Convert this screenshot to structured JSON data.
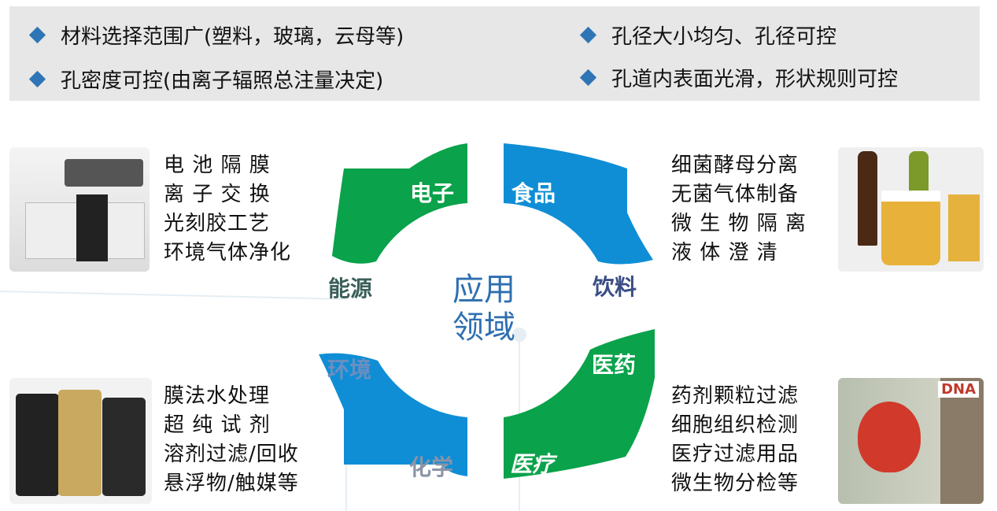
{
  "features": [
    "材料选择范围广(塑料，玻璃，云母等)",
    "孔径大小均匀、孔径可控",
    "孔密度可控(由离子辐照总注量决定)",
    "孔道内表面光滑，形状规则可控"
  ],
  "center_title": [
    "应用",
    "领域"
  ],
  "quadrants": {
    "tl": "电子",
    "tl_out": "能源",
    "tr": "食品",
    "tr_out": "饮料",
    "br": "医药",
    "br_out": "医疗",
    "bl": "化学",
    "bl_out": "环境"
  },
  "left_top": [
    "电 池 隔 膜",
    "离 子 交 换",
    "光刻胶工艺",
    "环境气体净化"
  ],
  "left_bottom": [
    "膜法水处理",
    "超 纯 试 剂",
    "溶剂过滤/回收",
    "悬浮物/触媒等"
  ],
  "right_top": [
    "细菌酵母分离",
    "无菌气体制备",
    "微 生 物 隔 离",
    "液 体 澄 清"
  ],
  "right_bottom": [
    "药剂颗粒过滤",
    "细胞组织检测",
    "医疗过滤用品",
    "微生物分检等"
  ],
  "image_text": {
    "dna": "DNA"
  },
  "colors": {
    "green": "#0aa24a",
    "blue": "#0f8ed6",
    "diamond": "#2e75b6"
  }
}
